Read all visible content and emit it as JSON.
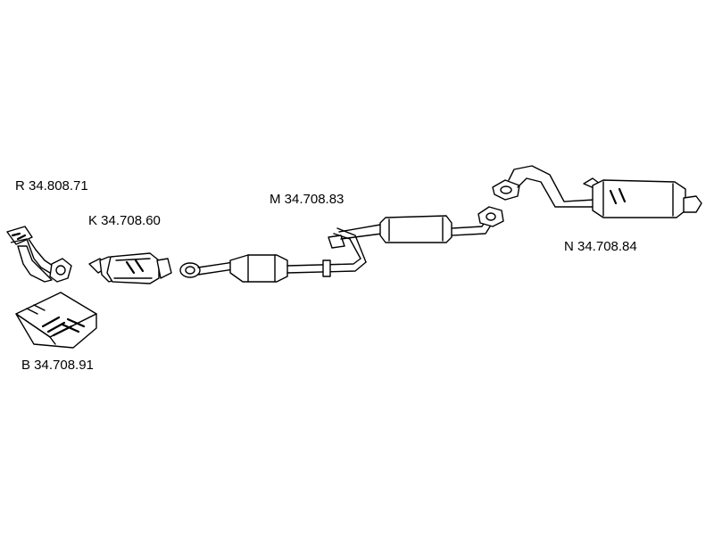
{
  "parts": {
    "R": {
      "label": "R 34.808.71"
    },
    "K": {
      "label": "K 34.708.60"
    },
    "M": {
      "label": "M 34.708.83"
    },
    "N": {
      "label": "N 34.708.84"
    },
    "B": {
      "label": "B 34.708.91"
    }
  }
}
